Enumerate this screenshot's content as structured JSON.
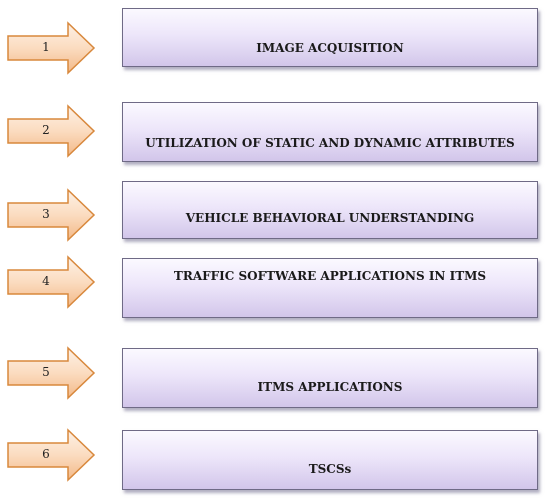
{
  "steps": [
    {
      "number": "1",
      "label": "IMAGE ACQUISITION"
    },
    {
      "number": "2",
      "label": "UTILIZATION OF STATIC AND DYNAMIC ATTRIBUTES"
    },
    {
      "number": "3",
      "label": "VEHICLE BEHAVIORAL UNDERSTANDING"
    },
    {
      "number": "4",
      "label": "TRAFFIC SOFTWARE APPLICATIONS IN ITMS"
    },
    {
      "number": "5",
      "label": "ITMS APPLICATIONS"
    },
    {
      "number": "6",
      "label": "TSCSs"
    }
  ],
  "colors": {
    "arrow_fill_light": "#fdf1e6",
    "arrow_fill_dark": "#f6c79a",
    "arrow_stroke": "#d8883c",
    "box_light": "#fbf9ff",
    "box_dark": "#d2c6ea",
    "box_border": "#6f6a86"
  }
}
